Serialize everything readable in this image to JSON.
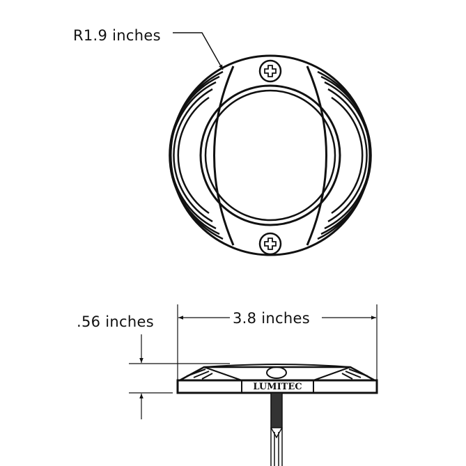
{
  "dimensions": {
    "radius_label": "R1.9 inches",
    "width_label": "3.8 inches",
    "height_label": ".56 inches"
  },
  "branding": {
    "logo_text": "LUMITEC"
  },
  "colors": {
    "line": "#111111",
    "background": "#ffffff"
  }
}
